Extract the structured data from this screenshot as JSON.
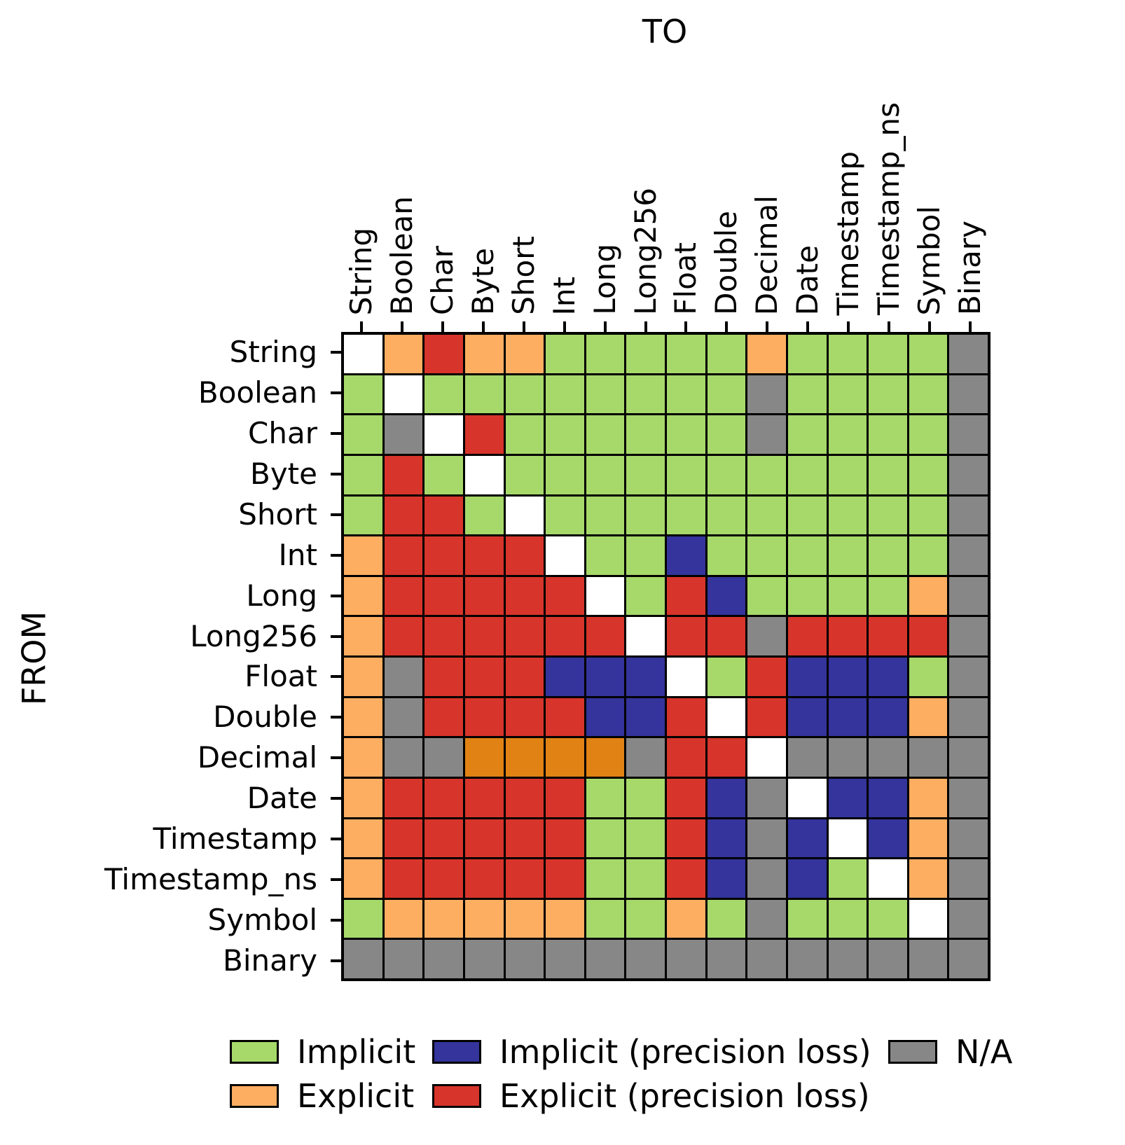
{
  "title_to": "TO",
  "title_from": "FROM",
  "chart_data": {
    "type": "heatmap",
    "x_axis_title": "TO",
    "y_axis_title": "FROM",
    "x_axis_side": "top",
    "y_axis_side": "left",
    "grid_on": false,
    "categories": [
      "String",
      "Boolean",
      "Char",
      "Byte",
      "Short",
      "Int",
      "Long",
      "Long256",
      "Float",
      "Double",
      "Decimal",
      "Date",
      "Timestamp",
      "Timestamp_ns",
      "Symbol",
      "Binary"
    ],
    "cell_colors": {
      "I": "#a6d96a",
      "E": "#fdae61",
      "ED": "#e08214",
      "IP": "#34349c",
      "EP": "#d7352b",
      "N": "#878787",
      "S": "#ffffff"
    },
    "legend": [
      {
        "code": "I",
        "label": "Implicit",
        "color": "#a6d96a"
      },
      {
        "code": "E",
        "label": "Explicit",
        "color": "#fdae61"
      },
      {
        "code": "IP",
        "label": "Implicit (precision loss)",
        "color": "#34349c"
      },
      {
        "code": "EP",
        "label": "Explicit (precision loss)",
        "color": "#d7352b"
      },
      {
        "code": "N",
        "label": "N/A",
        "color": "#878787"
      }
    ],
    "legend_position": "bottom",
    "matrix": [
      [
        "S",
        "E",
        "EP",
        "E",
        "E",
        "I",
        "I",
        "I",
        "I",
        "I",
        "E",
        "I",
        "I",
        "I",
        "I",
        "N"
      ],
      [
        "I",
        "S",
        "I",
        "I",
        "I",
        "I",
        "I",
        "I",
        "I",
        "I",
        "N",
        "I",
        "I",
        "I",
        "I",
        "N"
      ],
      [
        "I",
        "N",
        "S",
        "EP",
        "I",
        "I",
        "I",
        "I",
        "I",
        "I",
        "N",
        "I",
        "I",
        "I",
        "I",
        "N"
      ],
      [
        "I",
        "EP",
        "I",
        "S",
        "I",
        "I",
        "I",
        "I",
        "I",
        "I",
        "I",
        "I",
        "I",
        "I",
        "I",
        "N"
      ],
      [
        "I",
        "EP",
        "EP",
        "I",
        "S",
        "I",
        "I",
        "I",
        "I",
        "I",
        "I",
        "I",
        "I",
        "I",
        "I",
        "N"
      ],
      [
        "E",
        "EP",
        "EP",
        "EP",
        "EP",
        "S",
        "I",
        "I",
        "IP",
        "I",
        "I",
        "I",
        "I",
        "I",
        "I",
        "N"
      ],
      [
        "E",
        "EP",
        "EP",
        "EP",
        "EP",
        "EP",
        "S",
        "I",
        "EP",
        "IP",
        "I",
        "I",
        "I",
        "I",
        "E",
        "N"
      ],
      [
        "E",
        "EP",
        "EP",
        "EP",
        "EP",
        "EP",
        "EP",
        "S",
        "EP",
        "EP",
        "N",
        "EP",
        "EP",
        "EP",
        "EP",
        "N"
      ],
      [
        "E",
        "N",
        "EP",
        "EP",
        "EP",
        "IP",
        "IP",
        "IP",
        "S",
        "I",
        "EP",
        "IP",
        "IP",
        "IP",
        "I",
        "N"
      ],
      [
        "E",
        "N",
        "EP",
        "EP",
        "EP",
        "EP",
        "IP",
        "IP",
        "EP",
        "S",
        "EP",
        "IP",
        "IP",
        "IP",
        "E",
        "N"
      ],
      [
        "E",
        "N",
        "N",
        "ED",
        "ED",
        "ED",
        "ED",
        "N",
        "EP",
        "EP",
        "S",
        "N",
        "N",
        "N",
        "N",
        "N"
      ],
      [
        "E",
        "EP",
        "EP",
        "EP",
        "EP",
        "EP",
        "I",
        "I",
        "EP",
        "IP",
        "N",
        "S",
        "IP",
        "IP",
        "E",
        "N"
      ],
      [
        "E",
        "EP",
        "EP",
        "EP",
        "EP",
        "EP",
        "I",
        "I",
        "EP",
        "IP",
        "N",
        "IP",
        "S",
        "IP",
        "E",
        "N"
      ],
      [
        "E",
        "EP",
        "EP",
        "EP",
        "EP",
        "EP",
        "I",
        "I",
        "EP",
        "IP",
        "N",
        "IP",
        "I",
        "S",
        "E",
        "N"
      ],
      [
        "I",
        "E",
        "E",
        "E",
        "E",
        "E",
        "I",
        "I",
        "E",
        "I",
        "N",
        "I",
        "I",
        "I",
        "S",
        "N"
      ],
      [
        "N",
        "N",
        "N",
        "N",
        "N",
        "N",
        "N",
        "N",
        "N",
        "N",
        "N",
        "N",
        "N",
        "N",
        "N",
        "N"
      ]
    ]
  }
}
